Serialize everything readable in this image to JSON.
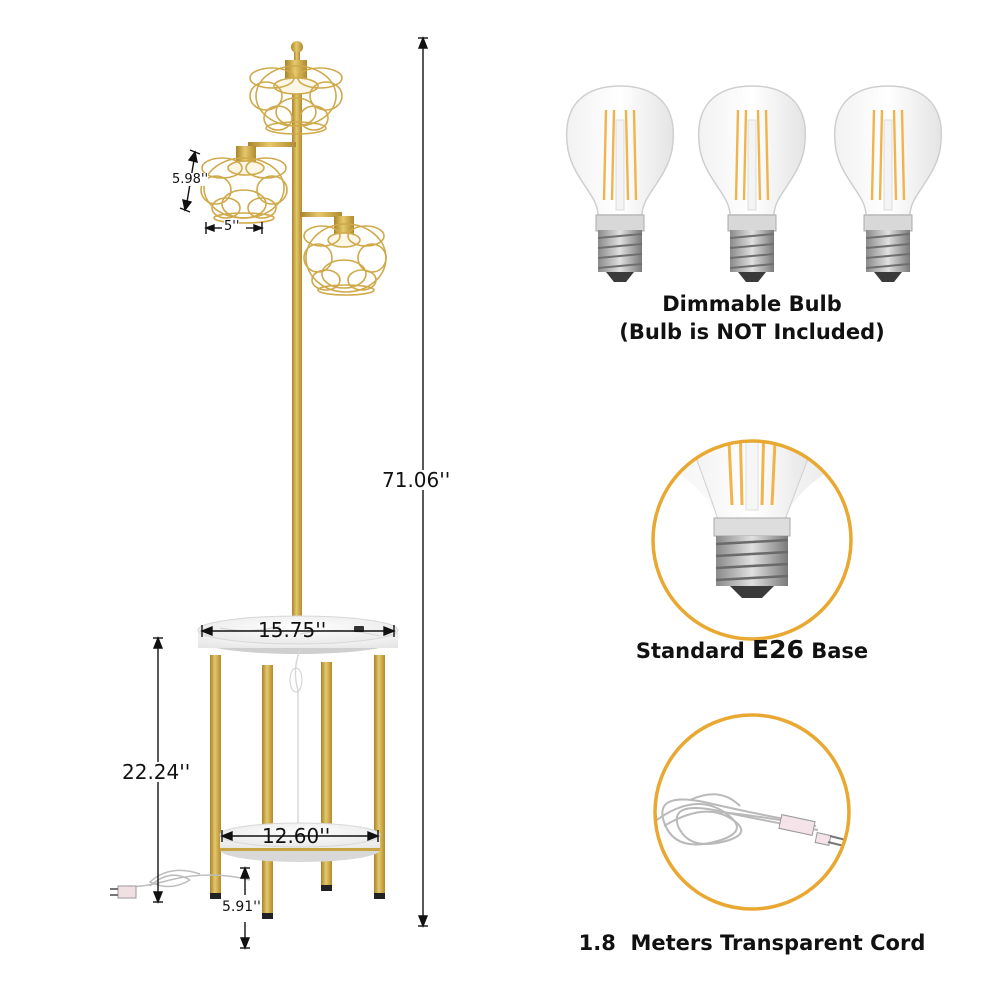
{
  "dimensions": {
    "total_height": "71.06''",
    "shade_height": "5.98''",
    "shade_width": "5''",
    "table_top_width": "15.75''",
    "table_height": "22.24''",
    "shelf_width": "12.60''",
    "shelf_height": "5.91''"
  },
  "features": {
    "bulbs": {
      "line1": "Dimmable Bulb",
      "line2": "(Bulb is NOT Included)"
    },
    "base": {
      "prefix": "Standard ",
      "emph": "E26",
      "suffix": " Base"
    },
    "cord": {
      "text": "1.8  Meters Transparent Cord"
    }
  },
  "colors": {
    "gold": "#c9a443",
    "accent_circle": "#e8a832",
    "marble": "#eeeeee"
  }
}
